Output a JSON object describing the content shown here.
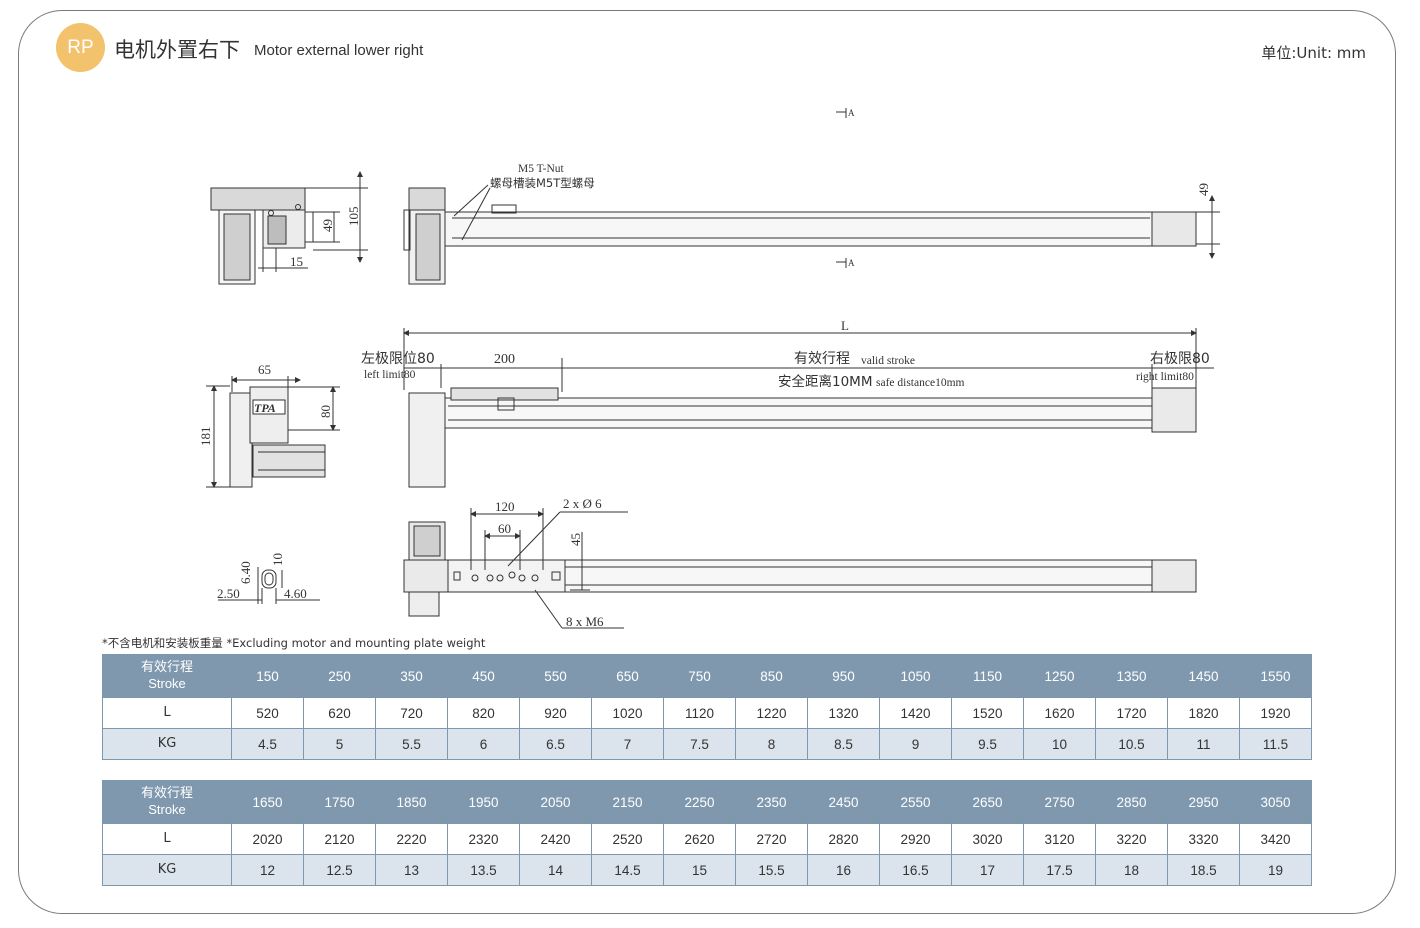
{
  "header": {
    "badge": "RP",
    "title_cn": "电机外置右下",
    "title_en": "Motor external lower right",
    "unit": "单位:Unit: mm"
  },
  "drawing": {
    "section_a": "A",
    "nut_en": "M5 T-Nut",
    "nut_cn": "螺母槽装M5T型螺母",
    "dim_105": "105",
    "dim_49_side": "49",
    "dim_15": "15",
    "dim_49_top": "49",
    "dim_L": "L",
    "left_limit_cn": "左极限位80",
    "left_limit_en": "left limit80",
    "dim_200": "200",
    "valid_stroke_cn": "有效行程",
    "valid_stroke_en": "valid stroke",
    "safe_cn": "安全距离10MM",
    "safe_en": "safe distance10mm",
    "right_limit_cn": "右极限80",
    "right_limit_en": "right limit80",
    "dim_65": "65",
    "dim_80": "80",
    "dim_181": "181",
    "logo": "TPA",
    "dim_120": "120",
    "dim_60": "60",
    "holes_2": "2 x Ø 6",
    "dim_45": "45",
    "holes_8": "8 x M6",
    "slot_640": "6.40",
    "slot_10": "10",
    "slot_250": "2.50",
    "slot_460": "4.60"
  },
  "note": "*不含电机和安装板重量 *Excluding motor and mounting plate weight",
  "table_labels": {
    "stroke_cn": "有效行程",
    "stroke_en": "Stroke",
    "L": "L",
    "KG": "KG"
  },
  "table1": {
    "stroke": [
      "150",
      "250",
      "350",
      "450",
      "550",
      "650",
      "750",
      "850",
      "950",
      "1050",
      "1150",
      "1250",
      "1350",
      "1450",
      "1550"
    ],
    "L": [
      "520",
      "620",
      "720",
      "820",
      "920",
      "1020",
      "1120",
      "1220",
      "1320",
      "1420",
      "1520",
      "1620",
      "1720",
      "1820",
      "1920"
    ],
    "KG": [
      "4.5",
      "5",
      "5.5",
      "6",
      "6.5",
      "7",
      "7.5",
      "8",
      "8.5",
      "9",
      "9.5",
      "10",
      "10.5",
      "11",
      "11.5"
    ]
  },
  "table2": {
    "stroke": [
      "1650",
      "1750",
      "1850",
      "1950",
      "2050",
      "2150",
      "2250",
      "2350",
      "2450",
      "2550",
      "2650",
      "2750",
      "2850",
      "2950",
      "3050"
    ],
    "L": [
      "2020",
      "2120",
      "2220",
      "2320",
      "2420",
      "2520",
      "2620",
      "2720",
      "2820",
      "2920",
      "3020",
      "3120",
      "3220",
      "3320",
      "3420"
    ],
    "KG": [
      "12",
      "12.5",
      "13",
      "13.5",
      "14",
      "14.5",
      "15",
      "15.5",
      "16",
      "16.5",
      "17",
      "17.5",
      "18",
      "18.5",
      "19"
    ]
  },
  "colors": {
    "badge": "#f3c26c",
    "table_header": "#7f98ae",
    "table_alt_row": "#dbe4ec",
    "frame": "#7a7a7a"
  }
}
